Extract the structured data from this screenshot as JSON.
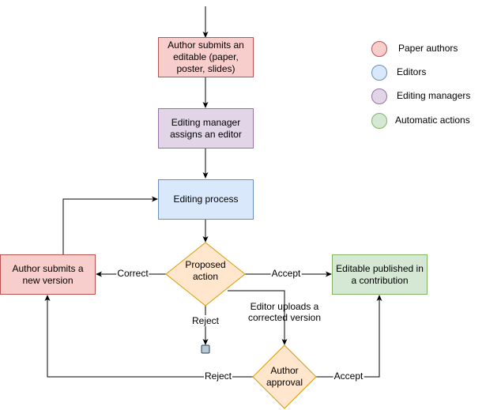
{
  "nodes": {
    "submit_editable": "Author submits an editable (paper, poster, slides)",
    "assign_editor": "Editing manager assigns an editor",
    "editing_process": "Editing process",
    "proposed_action": "Proposed action",
    "submit_new_version": "Author submits a new version",
    "editable_published": "Editable published in a contribution",
    "author_approval": "Author approval"
  },
  "edges": {
    "correct": "Correct",
    "accept_top": "Accept",
    "reject_top": "Reject",
    "editor_uploads": "Editor uploads a corrected version",
    "reject_bottom": "Reject",
    "accept_bottom": "Accept"
  },
  "legend": [
    {
      "label": "Paper authors",
      "fill": "#f8cecc",
      "stroke": "#b85450"
    },
    {
      "label": "Editors",
      "fill": "#dae8fc",
      "stroke": "#6c8ebf"
    },
    {
      "label": "Editing managers",
      "fill": "#e1d5e7",
      "stroke": "#9673a6"
    },
    {
      "label": "Automatic actions",
      "fill": "#d5e8d4",
      "stroke": "#82b366"
    }
  ],
  "colors": {
    "decision_fill": "#ffe6cc",
    "decision_stroke": "#d79b00",
    "end_fill": "#bac8d3",
    "end_stroke": "#23445d"
  }
}
